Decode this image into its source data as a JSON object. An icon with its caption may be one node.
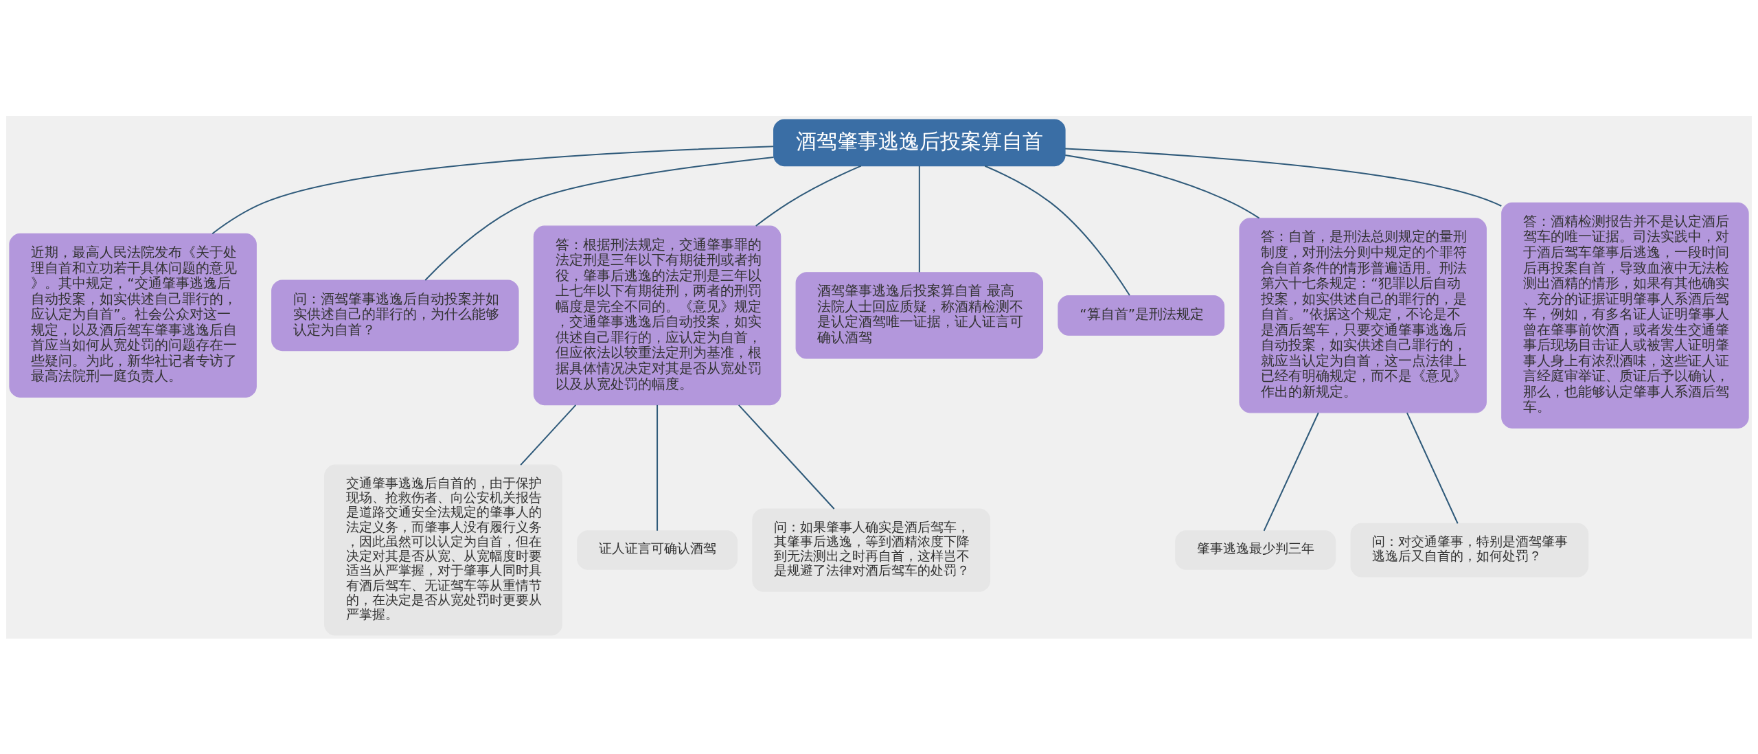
{
  "diagram": {
    "nodes": [
      {
        "text": [
          "酒驾肇事逃逸后投案算自首"
        ]
      },
      {
        "text": [
          "近期，最高人民法院发布《关于处理自首和立功若干具体问题的意见》。其中规定，“交通肇事逃逸后自动投案，如实供述自己罪行的，应认定为自首”。社会公众对这一规定，以及酒后驾车肇事逃逸后自首应当如何从宽处罚的问题存在一些疑问。为此，新华社记者专访了最高法院刑一庭负责人。"
        ]
      },
      {
        "text": [
          "问：酒驾肇事逃逸后自动投案并如实供述自己的罪行的，为什么能够认定为自首？"
        ]
      },
      {
        "text": [
          "答：根据刑法规定，交通肇事罪的法定刑是三年以下有期徒刑或者拘役，肇事后逃逸的法定刑是三年以上七年以下有期徒刑，两者的刑罚幅度是完全不同的。《意见》规定，交通肇事逃逸后自动投案，如实供述自己罪行的，应认定为自首，但应依法以较重法定刑为基准，根据具体情况决定对其是否从宽处罚以及从宽处罚的幅度。"
        ]
      },
      {
        "text": [
          "交通肇事逃逸后自首的，由于保护现场、抢救伤者、向公安机关报告是道路交通安全法规定的肇事人的法定义务，而肇事人没有履行义务，因此虽然可以认定为自首，但在决定对其是否从宽、从宽幅度时要适当从严掌握，对于肇事人同时具有酒后驾车、无证驾车等从重情节的，在决定是否从宽处罚时更要从严掌握。"
        ]
      },
      {
        "text": [
          "证人证言可确认酒驾"
        ]
      },
      {
        "text": [
          "问：如果肇事人确实是酒后驾车，其肇事后逃逸，等到酒精浓度下降到无法测出之时再自首，这样岂不是规避了法律对酒后驾车的处罚？"
        ]
      },
      {
        "text": [
          "酒驾肇事逃逸后投案算自首 最高法院人士回应质疑，称酒精检测不是认定酒驾唯一证据，证人证言可确认酒驾"
        ]
      },
      {
        "text": [
          "“算自首”是刑法规定"
        ]
      },
      {
        "text": [
          "答：自首，是刑法总则规定的量刑制度，对刑法分则中规定的个罪符合自首条件的情形普遍适用。刑法第六十七条规定：“犯罪以后自动投案，如实供述自己的罪行的，是自首。”依据这个规定，不论是不是酒后驾车，只要交通肇事逃逸后自动投案，如实供述自己罪行的，就应当认定为自首，这一点法律上已经有明确规定，而不是《意见》作出的新规定。"
        ]
      },
      {
        "text": [
          "肇事逃逸最少判三年"
        ]
      },
      {
        "text": [
          "问：对交通肇事，特别是酒驾肇事逃逸后又自首的，如何处罚？"
        ]
      },
      {
        "text": [
          "答：酒精检测报告并不是认定酒后驾车的唯一证据。司法实践中，对于酒后驾车肇事后逃逸，一段时间后再投案自首，导致血液中无法检测出酒精的情形，如果有其他确实、充分的证据证明肇事人系酒后驾车，例如，有多名证人证明肇事人曾在肇事前饮酒，或者发生交通肇事后现场目击证人或被害人证明肇事人身上有浓烈酒味，这些证人证言经庭审举证、质证后予以确认，那么，也能够认定肇事人系酒后驾车。"
        ]
      }
    ],
    "edges": [
      {
        "from": 0,
        "to": 1,
        "arrow": "none"
      },
      {
        "from": 0,
        "to": 2,
        "arrow": "none"
      },
      {
        "from": 0,
        "to": 3,
        "arrow": "none"
      },
      {
        "from": 3,
        "to": 4,
        "arrow": "none"
      },
      {
        "from": 3,
        "to": 5,
        "arrow": "none"
      },
      {
        "from": 3,
        "to": 6,
        "arrow": "none"
      },
      {
        "from": 0,
        "to": 7,
        "arrow": "none"
      },
      {
        "from": 0,
        "to": 8,
        "arrow": "none"
      },
      {
        "from": 0,
        "to": 9,
        "arrow": "none"
      },
      {
        "from": 9,
        "to": 10,
        "arrow": "none"
      },
      {
        "from": 9,
        "to": 11,
        "arrow": "none"
      },
      {
        "from": 0,
        "to": 12,
        "arrow": "none"
      }
    ]
  }
}
